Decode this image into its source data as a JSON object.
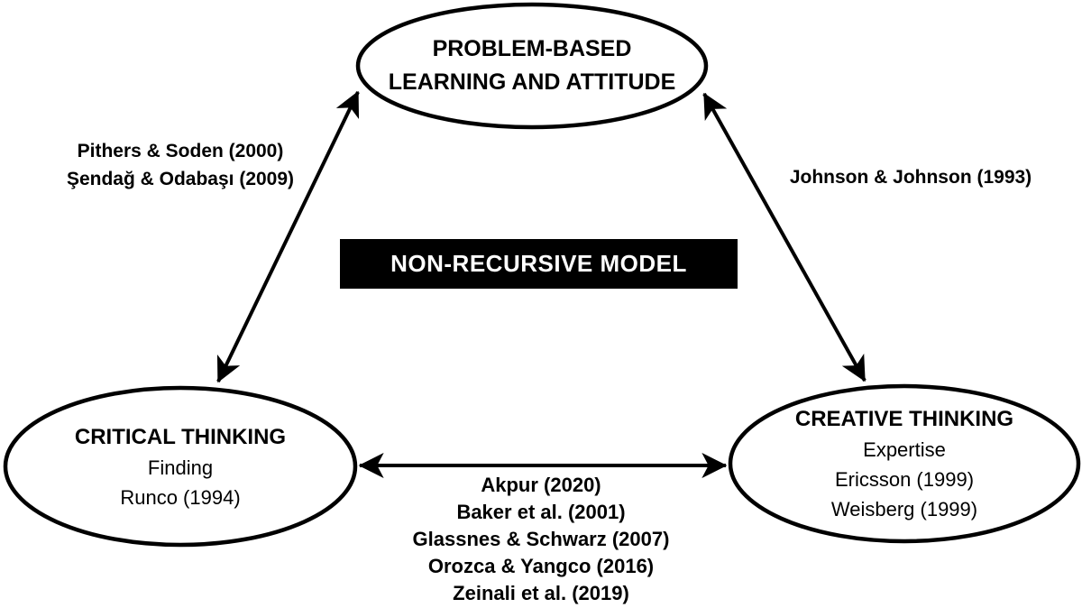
{
  "diagram": {
    "title_box": {
      "label": "NON-RECURSIVE MODEL",
      "bg_color": "#000000",
      "text_color": "#ffffff"
    },
    "nodes": {
      "top": {
        "line1": "PROBLEM-BASED",
        "line2": "LEARNING AND ATTITUDE"
      },
      "bottom_left": {
        "title": "CRITICAL THINKING",
        "subline1": "Finding",
        "subline2": "Runco (1994)"
      },
      "bottom_right": {
        "title": "CREATIVE THINKING",
        "subline1": "Expertise",
        "subline2": "Ericsson (1999)",
        "subline3": "Weisberg (1999)"
      }
    },
    "edge_labels": {
      "top_left": {
        "line1": "Pithers & Soden (2000)",
        "line2": "Şendağ & Odabaşı (2009)"
      },
      "top_right": {
        "line1": "Johnson & Johnson (1993)"
      },
      "bottom": {
        "line1": "Akpur (2020)",
        "line2": "Baker et al. (2001)",
        "line3": "Glassnes & Schwarz (2007)",
        "line4": "Orozca & Yangco (2016)",
        "line5": "Zeinali et al. (2019)"
      }
    },
    "colors": {
      "stroke": "#000000",
      "background": "#ffffff"
    }
  }
}
